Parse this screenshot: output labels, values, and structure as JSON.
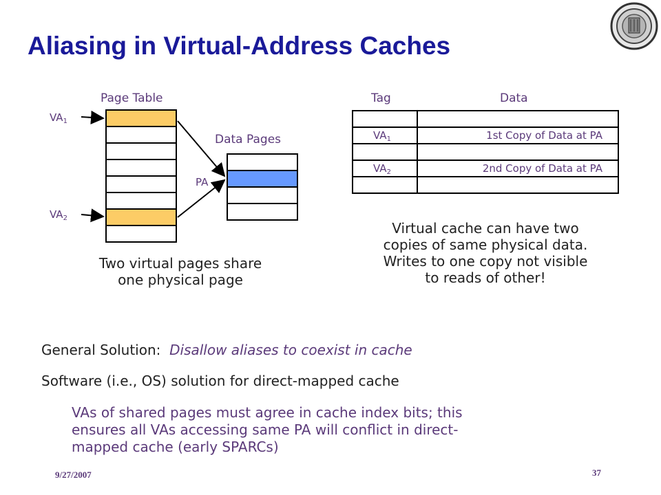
{
  "slide": {
    "title": "Aliasing in Virtual-Address Caches",
    "page_table_label": "Page Table",
    "data_pages_label": "Data Pages",
    "va1_label": "VA",
    "va1_sub": "1",
    "va2_label": "VA",
    "va2_sub": "2",
    "pa_label": "PA",
    "left_caption_line1": "Two virtual pages share",
    "left_caption_line2": "one physical page",
    "tag_label": "Tag",
    "data_label": "Data",
    "cache_rows": [
      {
        "tag": "",
        "tag_sub": "",
        "data": ""
      },
      {
        "tag": "VA",
        "tag_sub": "1",
        "data": "1st Copy of Data at PA"
      },
      {
        "tag": "",
        "tag_sub": "",
        "data": ""
      },
      {
        "tag": "VA",
        "tag_sub": "2",
        "data": "2nd Copy of Data at PA"
      },
      {
        "tag": "",
        "tag_sub": "",
        "data": ""
      }
    ],
    "right_caption_lines": [
      "Virtual cache can have two",
      "copies of same physical data.",
      "Writes to one copy not visible",
      "to reads of other!"
    ],
    "general_solution_label": "General Solution:",
    "general_solution_value": "Disallow aliases to coexist in cache",
    "software_solution": "Software (i.e., OS) solution for direct-mapped cache",
    "software_detail_lines": [
      "VAs of shared pages must agree in cache index bits; this",
      "ensures all VAs accessing same PA will conflict in direct-",
      "mapped cache (early SPARCs)"
    ],
    "footer_date": "9/27/2007",
    "footer_page": "37"
  },
  "colors": {
    "title": "#1a1a99",
    "highlight_va": "#fccc66",
    "highlight_pa": "#6699ff",
    "label_purple": "#5b3a7a"
  },
  "icons": {
    "logo": "university-seal-icon"
  }
}
